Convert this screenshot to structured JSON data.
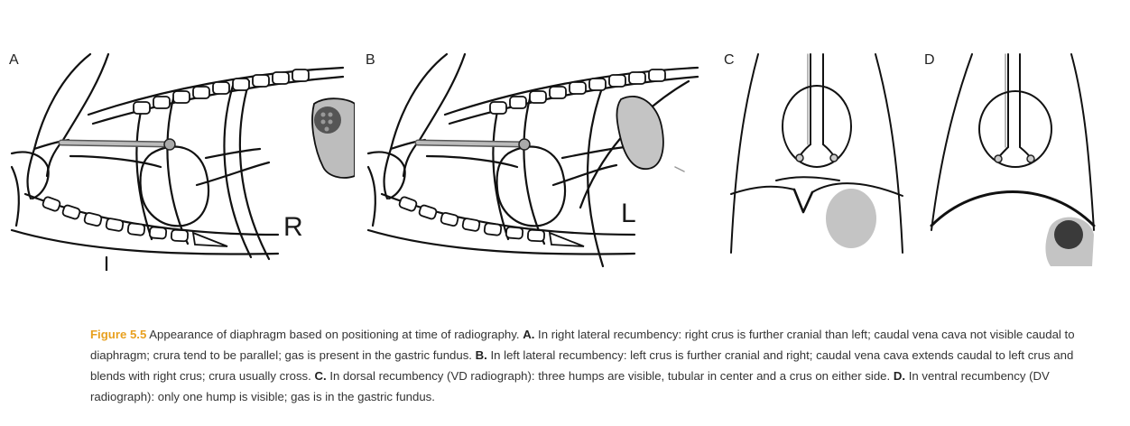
{
  "panels": {
    "a": {
      "letter": "A",
      "side": "R"
    },
    "b": {
      "letter": "B",
      "side": "L"
    },
    "c": {
      "letter": "C"
    },
    "d": {
      "letter": "D"
    }
  },
  "caption": {
    "figure_label": "Figure 5.5",
    "intro": " Appearance of diaphragm based on positioning at time of radiography. ",
    "a_label": "A.",
    "a_text": " In right lateral recumbency: right crus is further cranial than left; caudal vena cava not visible caudal to diaphragm; crura tend to be parallel; gas is present in the gastric fundus. ",
    "b_label": "B.",
    "b_text": " In left lateral recumbency: left crus is further cranial and right; caudal vena cava extends caudal to left crus and blends with right crus; crura usually cross. ",
    "c_label": "C.",
    "c_text": " In dorsal recumbency (VD radiograph): three humps are visible, tubular in center and a crus on either side. ",
    "d_label": "D.",
    "d_text": " In ventral recumbency (DV radiograph): only one hump is visible; gas is in the gastric fundus."
  }
}
